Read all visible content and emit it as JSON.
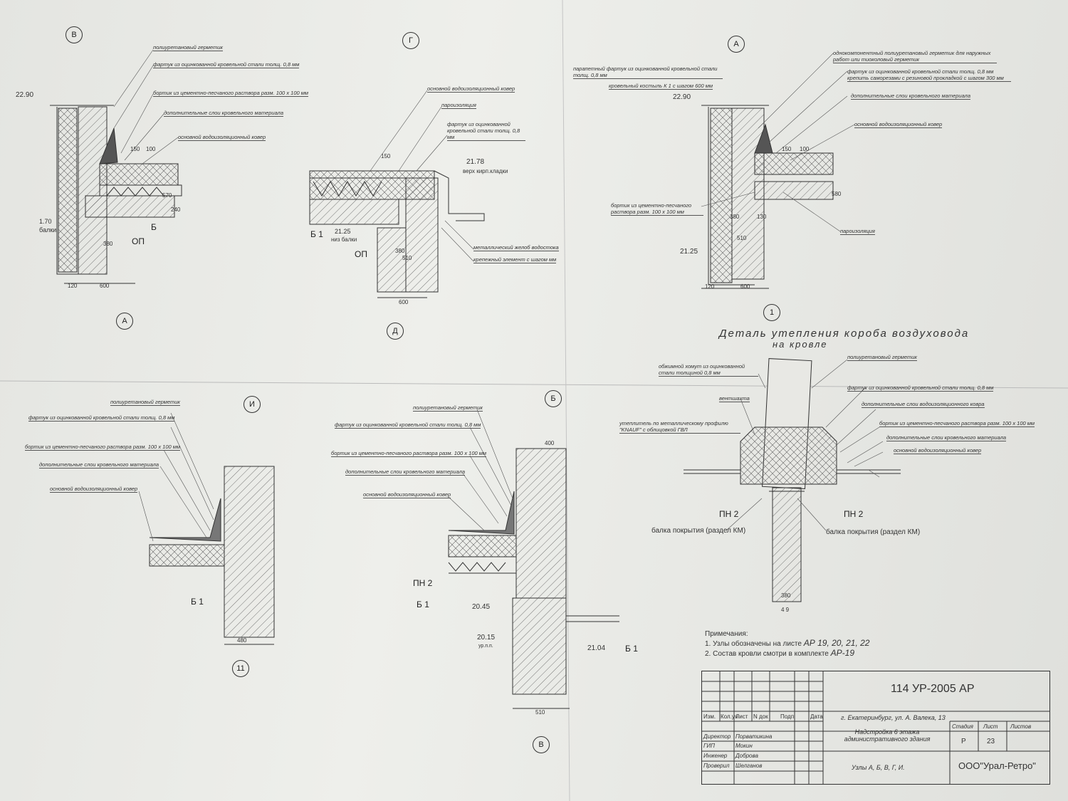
{
  "details": {
    "v_top": {
      "marker": "В",
      "axis": "А",
      "labels": [
        "полиуретановый герметик",
        "фартук из оцинкованной кровельной стали толщ. 0,8 мм",
        "бортик из цементно-песчаного раствора разм. 100 х 100 мм",
        "дополнительные слои кровельного материала",
        "основной водоизоляционный ковер"
      ],
      "levels": [
        "22.90",
        "1.70",
        "балки"
      ],
      "tags": [
        "Б",
        "ОП"
      ],
      "dims": [
        "150",
        "100",
        "380",
        "120",
        "600",
        "240",
        "570"
      ]
    },
    "g": {
      "marker": "Г",
      "axis": "Д",
      "labels": [
        "основной водоизоляционный ковер",
        "пароизоляция",
        "фартук из оцинкованной кровельной стали толщ. 0,8 мм",
        "металлический желоб водостока",
        "крепежный элемент с шагом  мм"
      ],
      "levels": [
        "21.78",
        "верх кирп.кладки",
        "21.25",
        "низ балки"
      ],
      "tags": [
        "Б 1",
        "ОП"
      ],
      "dims": [
        "150",
        "380",
        "510",
        "600"
      ]
    },
    "a": {
      "marker": "А",
      "axis": "1",
      "labels": [
        "парапетный фартук из оцинкованной кровельной стали толщ. 0,8 мм",
        "кровельный костыль К 1 с шагом 600 мм",
        "однокомпонентный полиуретановый герметик для наружных работ или тиоколовый герметик",
        "фартук из оцинкованной кровельной стали толщ. 0,8 мм крепить саморезами с резиновой прокладкой с шагом 300 мм",
        "дополнительные слои кровельного материала",
        "основной водоизоляционный ковер",
        "бортик из цементно-песчаного раствора разм. 100 х 100 мм",
        "пароизоляция"
      ],
      "levels": [
        "22.90",
        "21.25"
      ],
      "dims": [
        "150",
        "100",
        "380",
        "130",
        "510",
        "120",
        "600",
        "580"
      ]
    },
    "i": {
      "marker": "И",
      "axis": "11",
      "labels": [
        "полиуретановый герметик",
        "фартук из оцинкованной кровельной стали толщ. 0,8 мм",
        "бортик из цементно-песчаного раствора разм. 100 х 100 мм",
        "дополнительные слои кровельного материала",
        "основной водоизоляционный ковер"
      ],
      "tags": [
        "Б 1"
      ],
      "dims": [
        "480"
      ]
    },
    "b": {
      "marker": "Б",
      "axis": "В",
      "labels": [
        "полиуретановый герметик",
        "фартук из оцинкованной кровельной стали толщ. 0,8 мм",
        "бортик из цементно-песчаного раствора разм. 100 х 100 мм",
        "дополнительные слои кровельного материала",
        "основной водоизоляционный ковер"
      ],
      "levels": [
        "20.45",
        "20.15",
        "ур.п.п.",
        "21.04"
      ],
      "tags": [
        "ПН 2",
        "Б 1",
        "Б 1"
      ],
      "dims": [
        "400",
        "510"
      ]
    },
    "duct": {
      "title": "Деталь утепления короба воздуховода",
      "subtitle": "на кровле",
      "labels": [
        "обжимной хомут из оцинкованной стали толщиной 0,8 мм",
        "вентшахта",
        "утеплитель по металлическому профилю \"KNAUF\" с облицовкой ГВЛ",
        "полиуретановый герметик",
        "фартук из оцинкованной кровельной стали толщ. 0,8 мм",
        "дополнительные слои водоизоляционного ковра",
        "бортик из цементно-песчаного раствора разм. 100 х 100 мм",
        "дополнительные слои кровельного материала",
        "основной водоизоляционный ковер",
        "балка покрытия (раздел КМ)",
        "балка покрытия (раздел КМ)"
      ],
      "tags": [
        "ПН 2",
        "ПН 2"
      ],
      "dims": [
        "380"
      ],
      "axis": "4 9"
    }
  },
  "notes": {
    "heading": "Примечания:",
    "n1": "1. Узлы обозначены на листе",
    "n1_hand": "АР 19, 20, 21, 22",
    "n2": "2. Состав кровли смотри в комплекте",
    "n2_hand": "АР-19"
  },
  "stamp": {
    "code": "114 УР-2005 АР",
    "address": "г. Екатеринбург, ул. А. Валека, 13",
    "cols": [
      "Изм.",
      "Кол.уч",
      "Лист",
      "N док",
      "Подп.",
      "Дата"
    ],
    "roles": [
      {
        "role": "Директор",
        "name": "Порватикина"
      },
      {
        "role": "ГИП",
        "name": "Мокин"
      },
      {
        "role": "Инженер",
        "name": "Доброва"
      },
      {
        "role": "Проверил",
        "name": "Шелганов"
      }
    ],
    "project": "Надстройка 6 этажа административного здания",
    "stage_h": "Стадия",
    "sheet_h": "Лист",
    "sheets_h": "Листов",
    "stage": "Р",
    "sheet": "23",
    "sheets": "",
    "content": "Узлы А, Б, В, Г, И.",
    "firm": "ООО\"Урал-Ретро\""
  }
}
